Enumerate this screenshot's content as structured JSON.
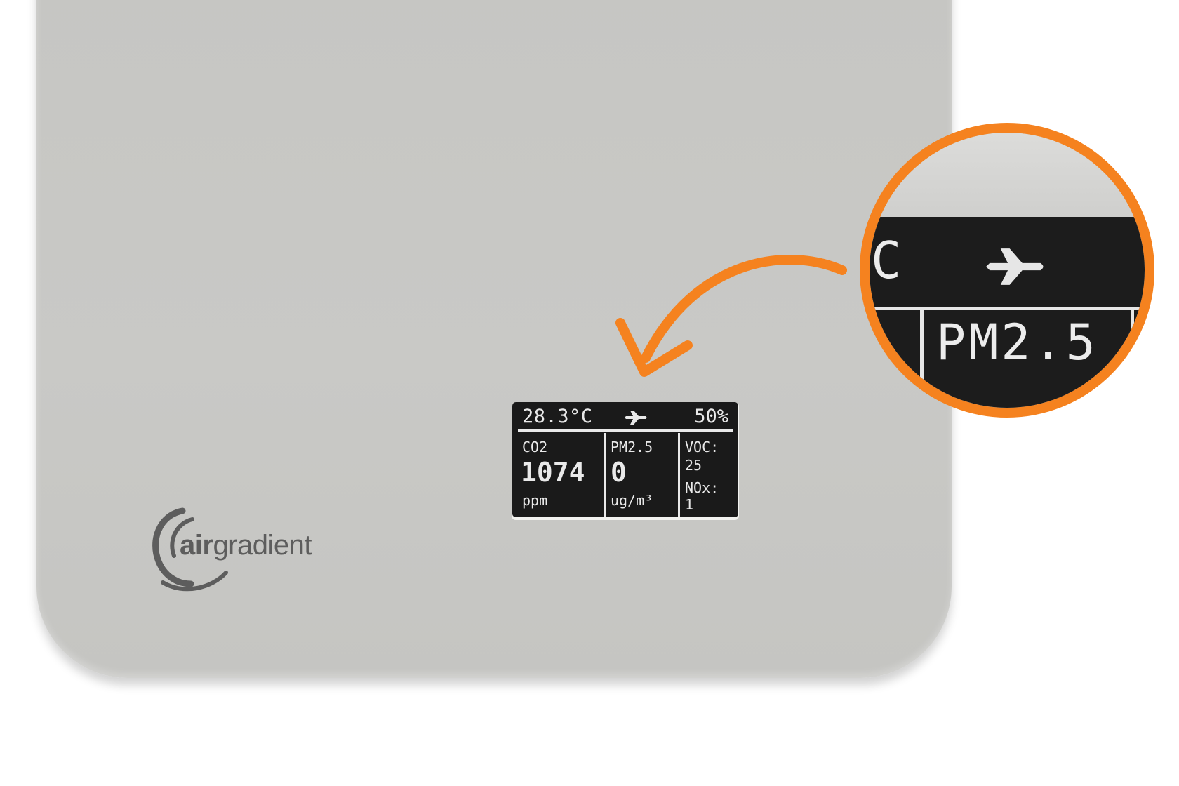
{
  "display": {
    "temperature": "28.3°C",
    "humidity": "50%",
    "mode_icon": "airplane-icon",
    "co2": {
      "label": "CO2",
      "value": "1074",
      "unit": "ppm"
    },
    "pm25": {
      "label": "PM2.5",
      "value": "0",
      "unit": "ug/m³"
    },
    "voc": {
      "label": "VOC:",
      "value": "25"
    },
    "nox": {
      "label": "NOx:",
      "value": "1"
    }
  },
  "zoom": {
    "partial_temp_unit": "C",
    "label": "PM2.5",
    "icon": "airplane-icon"
  },
  "logo": {
    "brand_bold": "air",
    "brand_regular": "gradient"
  },
  "colors": {
    "accent": "#f5821f",
    "device": "#c8c8c5",
    "screen": "#1a1a1a",
    "screen_text": "#e9e9e9",
    "logo": "#5d5d5d"
  }
}
